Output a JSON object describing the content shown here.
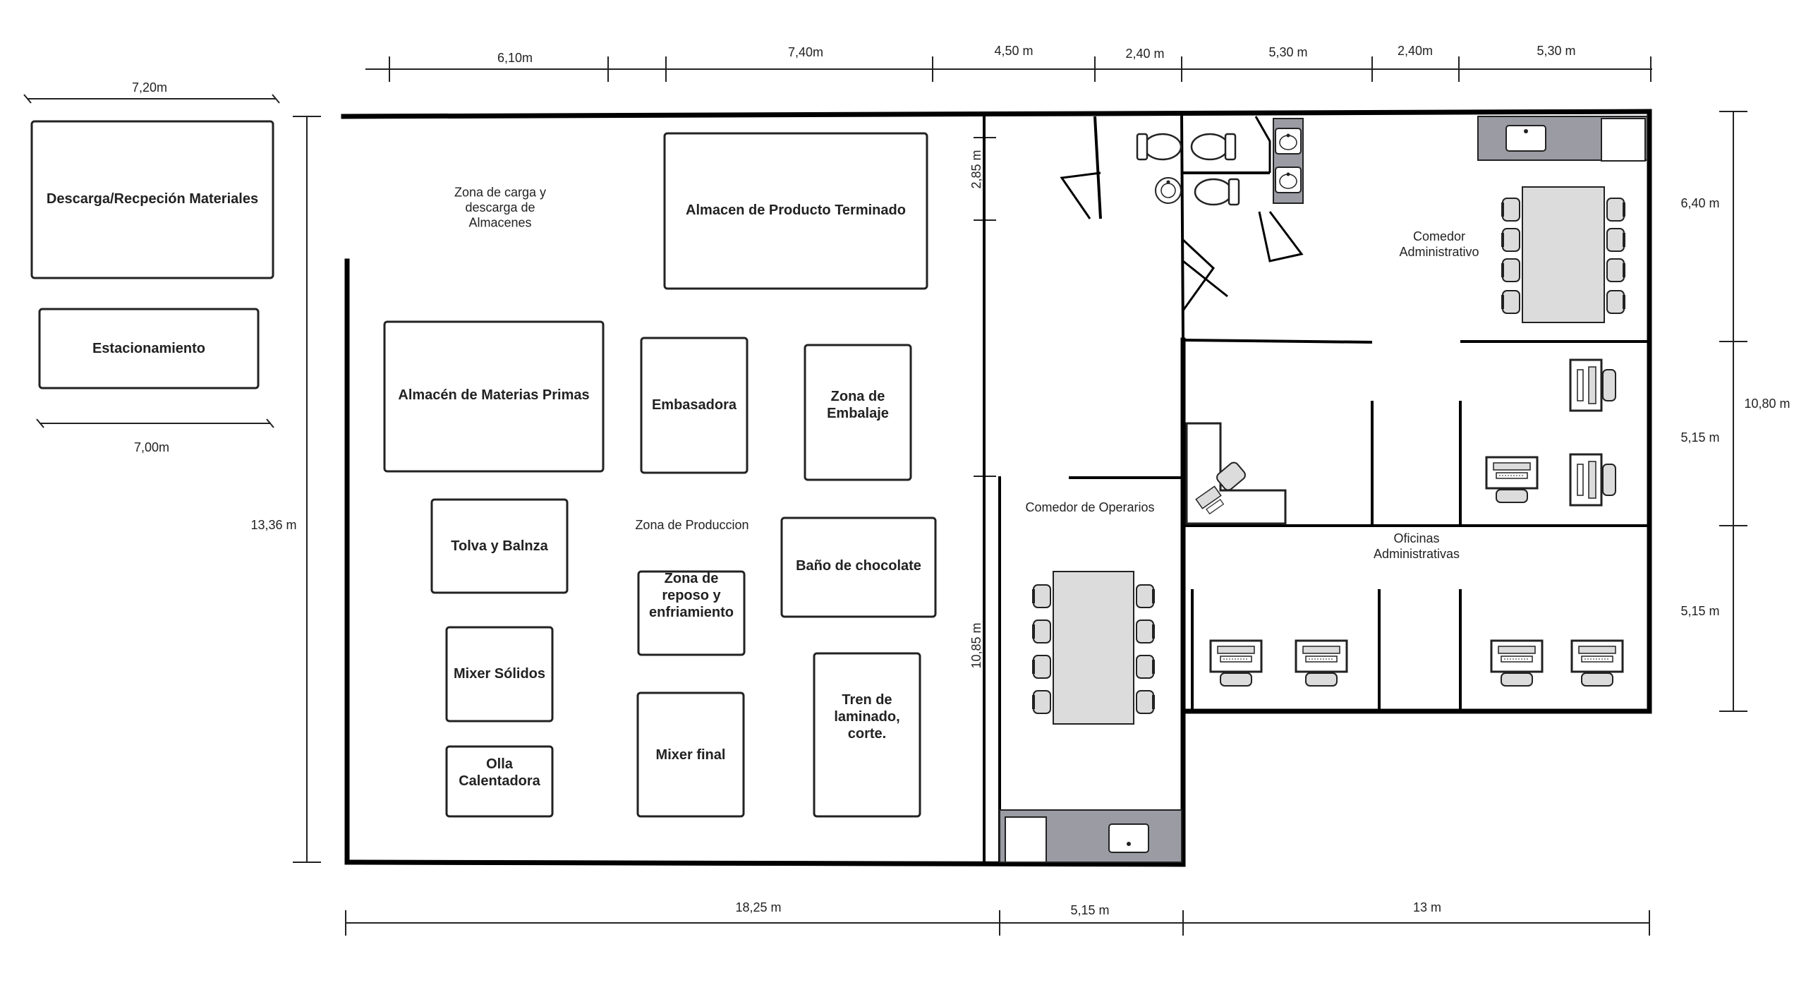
{
  "dimensions": {
    "top": [
      "6,10m",
      "7,40m",
      "4,50 m",
      "2,40 m",
      "5,30 m",
      "2,40m",
      "5,30 m"
    ],
    "bottom": [
      "18,25 m",
      "5,15 m",
      "13 m"
    ],
    "left_total": "13,36 m",
    "right_total": "10,80 m",
    "right_segments": [
      "6,40 m",
      "5,15 m",
      "5,15 m"
    ],
    "inner_upper": "2,85 m",
    "inner_lower": "10,85 m",
    "external_top": "7,20m",
    "external_bottom": "7,00m"
  },
  "external": {
    "unloading": "Descarga/Recpeción Materiales",
    "parking": "Estacionamiento"
  },
  "zones": {
    "loading": [
      "Zona de carga y",
      "descarga de",
      "Almacenes"
    ],
    "production": "Zona de Produccion",
    "staff_dining": "Comedor de Operarios",
    "admin_dining": [
      "Comedor",
      "Administrativo"
    ],
    "offices": [
      "Oficinas",
      "Administrativas"
    ]
  },
  "equipment": {
    "finished_storage": [
      "Almacen de Producto Terminado"
    ],
    "raw_storage": [
      "Almacén de Materias Primas"
    ],
    "bagger": [
      "Embasadora"
    ],
    "packing": [
      "Zona de",
      "Embalaje"
    ],
    "hopper": [
      "Tolva y Balnza"
    ],
    "chocolate_bath": [
      "Baño de chocolate"
    ],
    "cooling": [
      "Zona de",
      "reposo y",
      "enfriamiento"
    ],
    "solids_mixer": [
      "Mixer Sólidos"
    ],
    "final_mixer": [
      "Mixer final"
    ],
    "lamination": [
      "Tren de",
      "laminado,",
      "corte."
    ],
    "heating_pot": [
      "Olla",
      "Calentadora"
    ]
  },
  "colors": {
    "wall": "#000000",
    "furniture_fill": "#dcdcdc",
    "counter_fill": "#9a9ba3"
  },
  "icons": [
    "dining-table-icon",
    "chair-icon",
    "desk-icon",
    "computer-icon",
    "toilet-icon",
    "sink-icon",
    "counter-icon",
    "door-icon"
  ]
}
